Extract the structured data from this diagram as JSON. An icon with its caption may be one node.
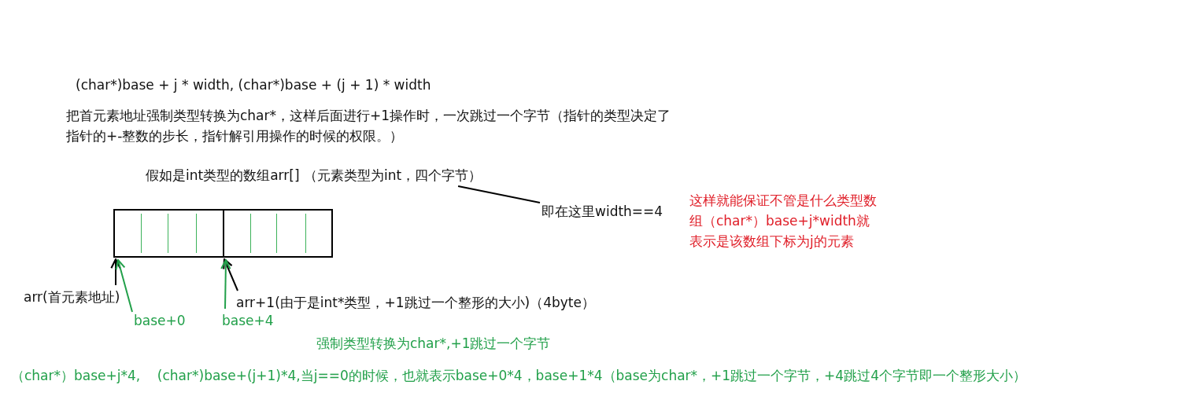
{
  "diagram": {
    "nodes": [
      {
        "text": [
          "假如是int类型的数组arr[] （元素类型为int，四个字节）"
        ]
      },
      {
        "text": [
          "即在这里width==4"
        ]
      },
      {
        "text": [],
        "shape": "box"
      },
      {
        "text": [],
        "shape": "box"
      },
      {
        "text": [
          "arr(首元素地址)"
        ]
      },
      {
        "text": [
          "arr+1(由于是int*类型，+1跳过一个整形的大小)（4byte）"
        ]
      },
      {
        "text": [
          "base+0"
        ]
      },
      {
        "text": [
          "base+4"
        ]
      }
    ],
    "edges": [
      {
        "from": 1,
        "to": 0,
        "arrow": "none"
      },
      {
        "from": 4,
        "to": 2,
        "arrow": "to"
      },
      {
        "from": 6,
        "to": 2,
        "arrow": "to",
        "color": "#22a04a"
      },
      {
        "from": 5,
        "to": 3,
        "arrow": "to"
      },
      {
        "from": 7,
        "to": 3,
        "arrow": "to",
        "color": "#22a04a"
      }
    ],
    "labels": [
      "(char*)base + j * width, (char*)base + (j + 1) * width",
      "把首元素地址强制类型转换为char*，这样后面进行+1操作时，一次跳过一个字节（指针的类型决定了指针的+-整数的步长，指针解引用操作的时候的权限。）",
      "这样就能保证不管是什么类型数组（char*）base+j*width就表示是该数组下标为j的元素",
      "强制类型转换为char*,+1跳过一个字节",
      "（char*）base+j*4,    (char*)base+(j+1)*4,当j==0的时候，也就表示base+0*4，base+1*4（base为char*，+1跳过一个字节，+4跳过4个字节即一个整形大小）"
    ]
  }
}
